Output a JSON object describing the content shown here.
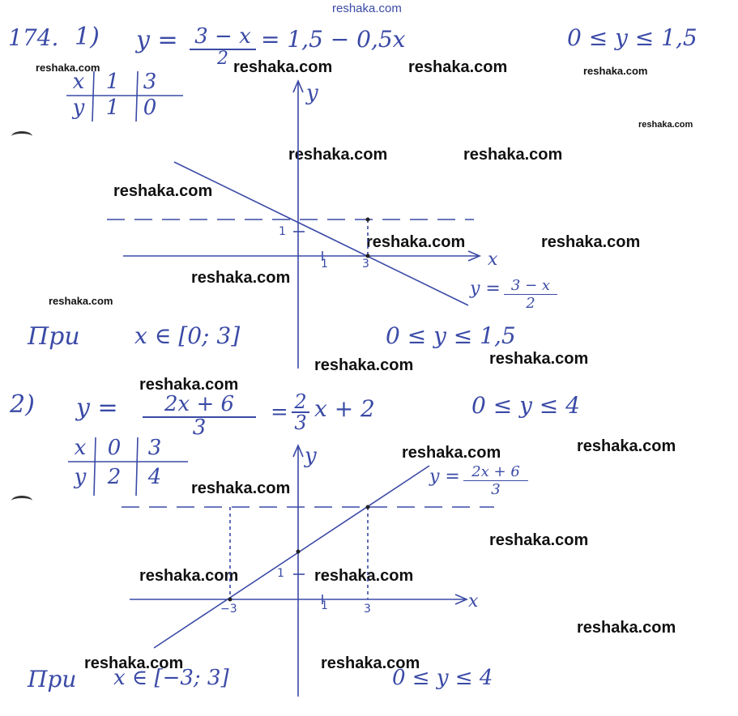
{
  "watermark": "reshaka.com",
  "problem_number": "174.",
  "part1": {
    "label": "1)",
    "equation_lhs": "y =",
    "frac_num": "3 − x",
    "frac_den": "2",
    "equation_rhs": "= 1,5 − 0,5x",
    "range": "0 ≤ y ≤ 1,5",
    "table": {
      "x_label": "x",
      "y_label": "y",
      "x_values": [
        "1",
        "3"
      ],
      "y_values": [
        "1",
        "0"
      ]
    },
    "axis_x": "x",
    "axis_y": "y",
    "tick_x1": "1",
    "tick_x3": "3",
    "tick_y1": "1",
    "line_label_lhs": "y =",
    "line_label_num": "3 − x",
    "line_label_den": "2",
    "conclusion_lhs": "При",
    "conclusion_interval": "x ∈ [0; 3]",
    "conclusion_range": "0 ≤ y ≤ 1,5"
  },
  "part2": {
    "label": "2)",
    "equation_lhs": "y =",
    "frac_num": "2x + 6",
    "frac_den": "3",
    "equation_mid": "=",
    "coef_num": "2",
    "coef_den": "3",
    "equation_rhs": "x + 2",
    "range": "0 ≤ y ≤ 4",
    "table": {
      "x_label": "x",
      "y_label": "y",
      "x_values": [
        "0",
        "3"
      ],
      "y_values": [
        "2",
        "4"
      ]
    },
    "axis_x": "x",
    "axis_y": "y",
    "tick_xm3": "−3",
    "tick_x1": "1",
    "tick_x3": "3",
    "tick_y1": "1",
    "line_label_lhs": "y =",
    "line_label_num": "2x + 6",
    "line_label_den": "3",
    "conclusion_lhs": "При",
    "conclusion_interval": "x ∈ [−3; 3]",
    "conclusion_range": "0 ≤ y ≤ 4"
  },
  "colors": {
    "ink": "#3a4aa6",
    "watermark": "#111111"
  }
}
